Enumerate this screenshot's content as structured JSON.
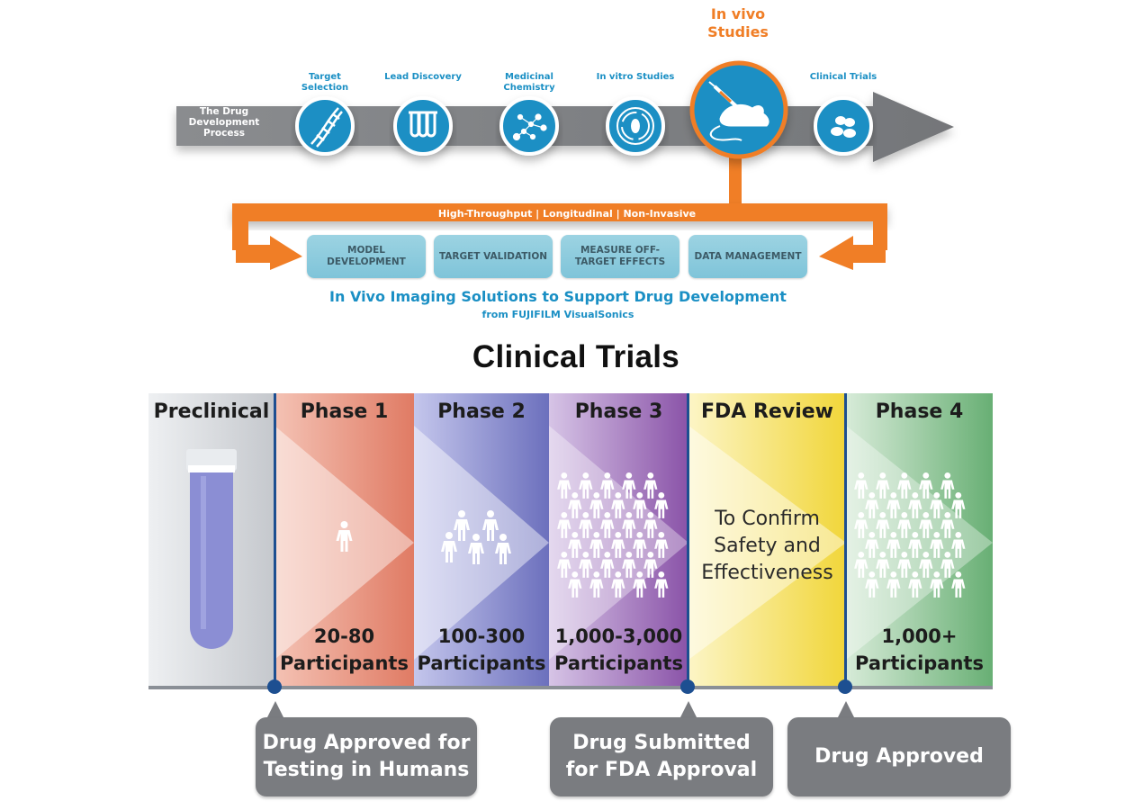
{
  "pipeline": {
    "start_label": "The Drug Development Process",
    "steps": [
      {
        "label": "Target Selection",
        "icon": "dna-icon"
      },
      {
        "label": "Lead Discovery",
        "icon": "test-tubes-icon"
      },
      {
        "label": "Medicinal Chemistry",
        "icon": "molecule-icon"
      },
      {
        "label": "In vitro Studies",
        "icon": "petri-dish-icon"
      },
      {
        "label": "In vivo Studies",
        "icon": "mouse-syringe-icon",
        "highlighted": true
      },
      {
        "label": "Clinical Trials",
        "icon": "pills-icon"
      }
    ],
    "highlight_title": "In vivo Studies",
    "orange_bar_text": "High-Throughput | Longitudinal | Non-Invasive",
    "boxes": [
      "MODEL DEVELOPMENT",
      "TARGET VALIDATION",
      "MEASURE OFF-TARGET EFFECTS",
      "DATA MANAGEMENT"
    ],
    "tagline": "In Vivo Imaging Solutions to Support Drug Development",
    "tagline_sub": "from FUJIFILM VisualSonics",
    "colors": {
      "blue": "#1a8fc4",
      "orange": "#f07e26",
      "gray": "#7b7d80"
    }
  },
  "clinical_trials": {
    "title": "Clinical Trials",
    "columns": [
      {
        "name": "Preclinical",
        "icon": "test-tube-icon"
      },
      {
        "name": "Phase 1",
        "count": "20-80",
        "unit": "Participants",
        "icon": "people-icon",
        "people": 1
      },
      {
        "name": "Phase 2",
        "count": "100-300",
        "unit": "Participants",
        "icon": "people-icon",
        "people": 5
      },
      {
        "name": "Phase 3",
        "count": "1,000-3,000",
        "unit": "Participants",
        "icon": "people-icon",
        "people": 30
      },
      {
        "name": "FDA Review",
        "text": [
          "To Confirm",
          "Safety and",
          "Effectiveness"
        ]
      },
      {
        "name": "Phase 4",
        "count": "1,000+",
        "unit": "Participants",
        "icon": "people-icon",
        "people": 30
      }
    ],
    "milestones": [
      {
        "line1": "Drug Approved for",
        "line2": "Testing in Humans"
      },
      {
        "line1": "Drug Submitted",
        "line2": "for FDA Approval"
      },
      {
        "line1": "Drug Approved",
        "line2": ""
      }
    ],
    "colors": {
      "preclinical": "#c9ccd1",
      "phase1": "#e37a63",
      "phase2": "#6c6fbd",
      "phase3": "#8e5bab",
      "fda": "#f3dc4a",
      "phase4": "#6fb37a",
      "divider": "#1d4f91",
      "callout": "#7a7c80"
    }
  }
}
